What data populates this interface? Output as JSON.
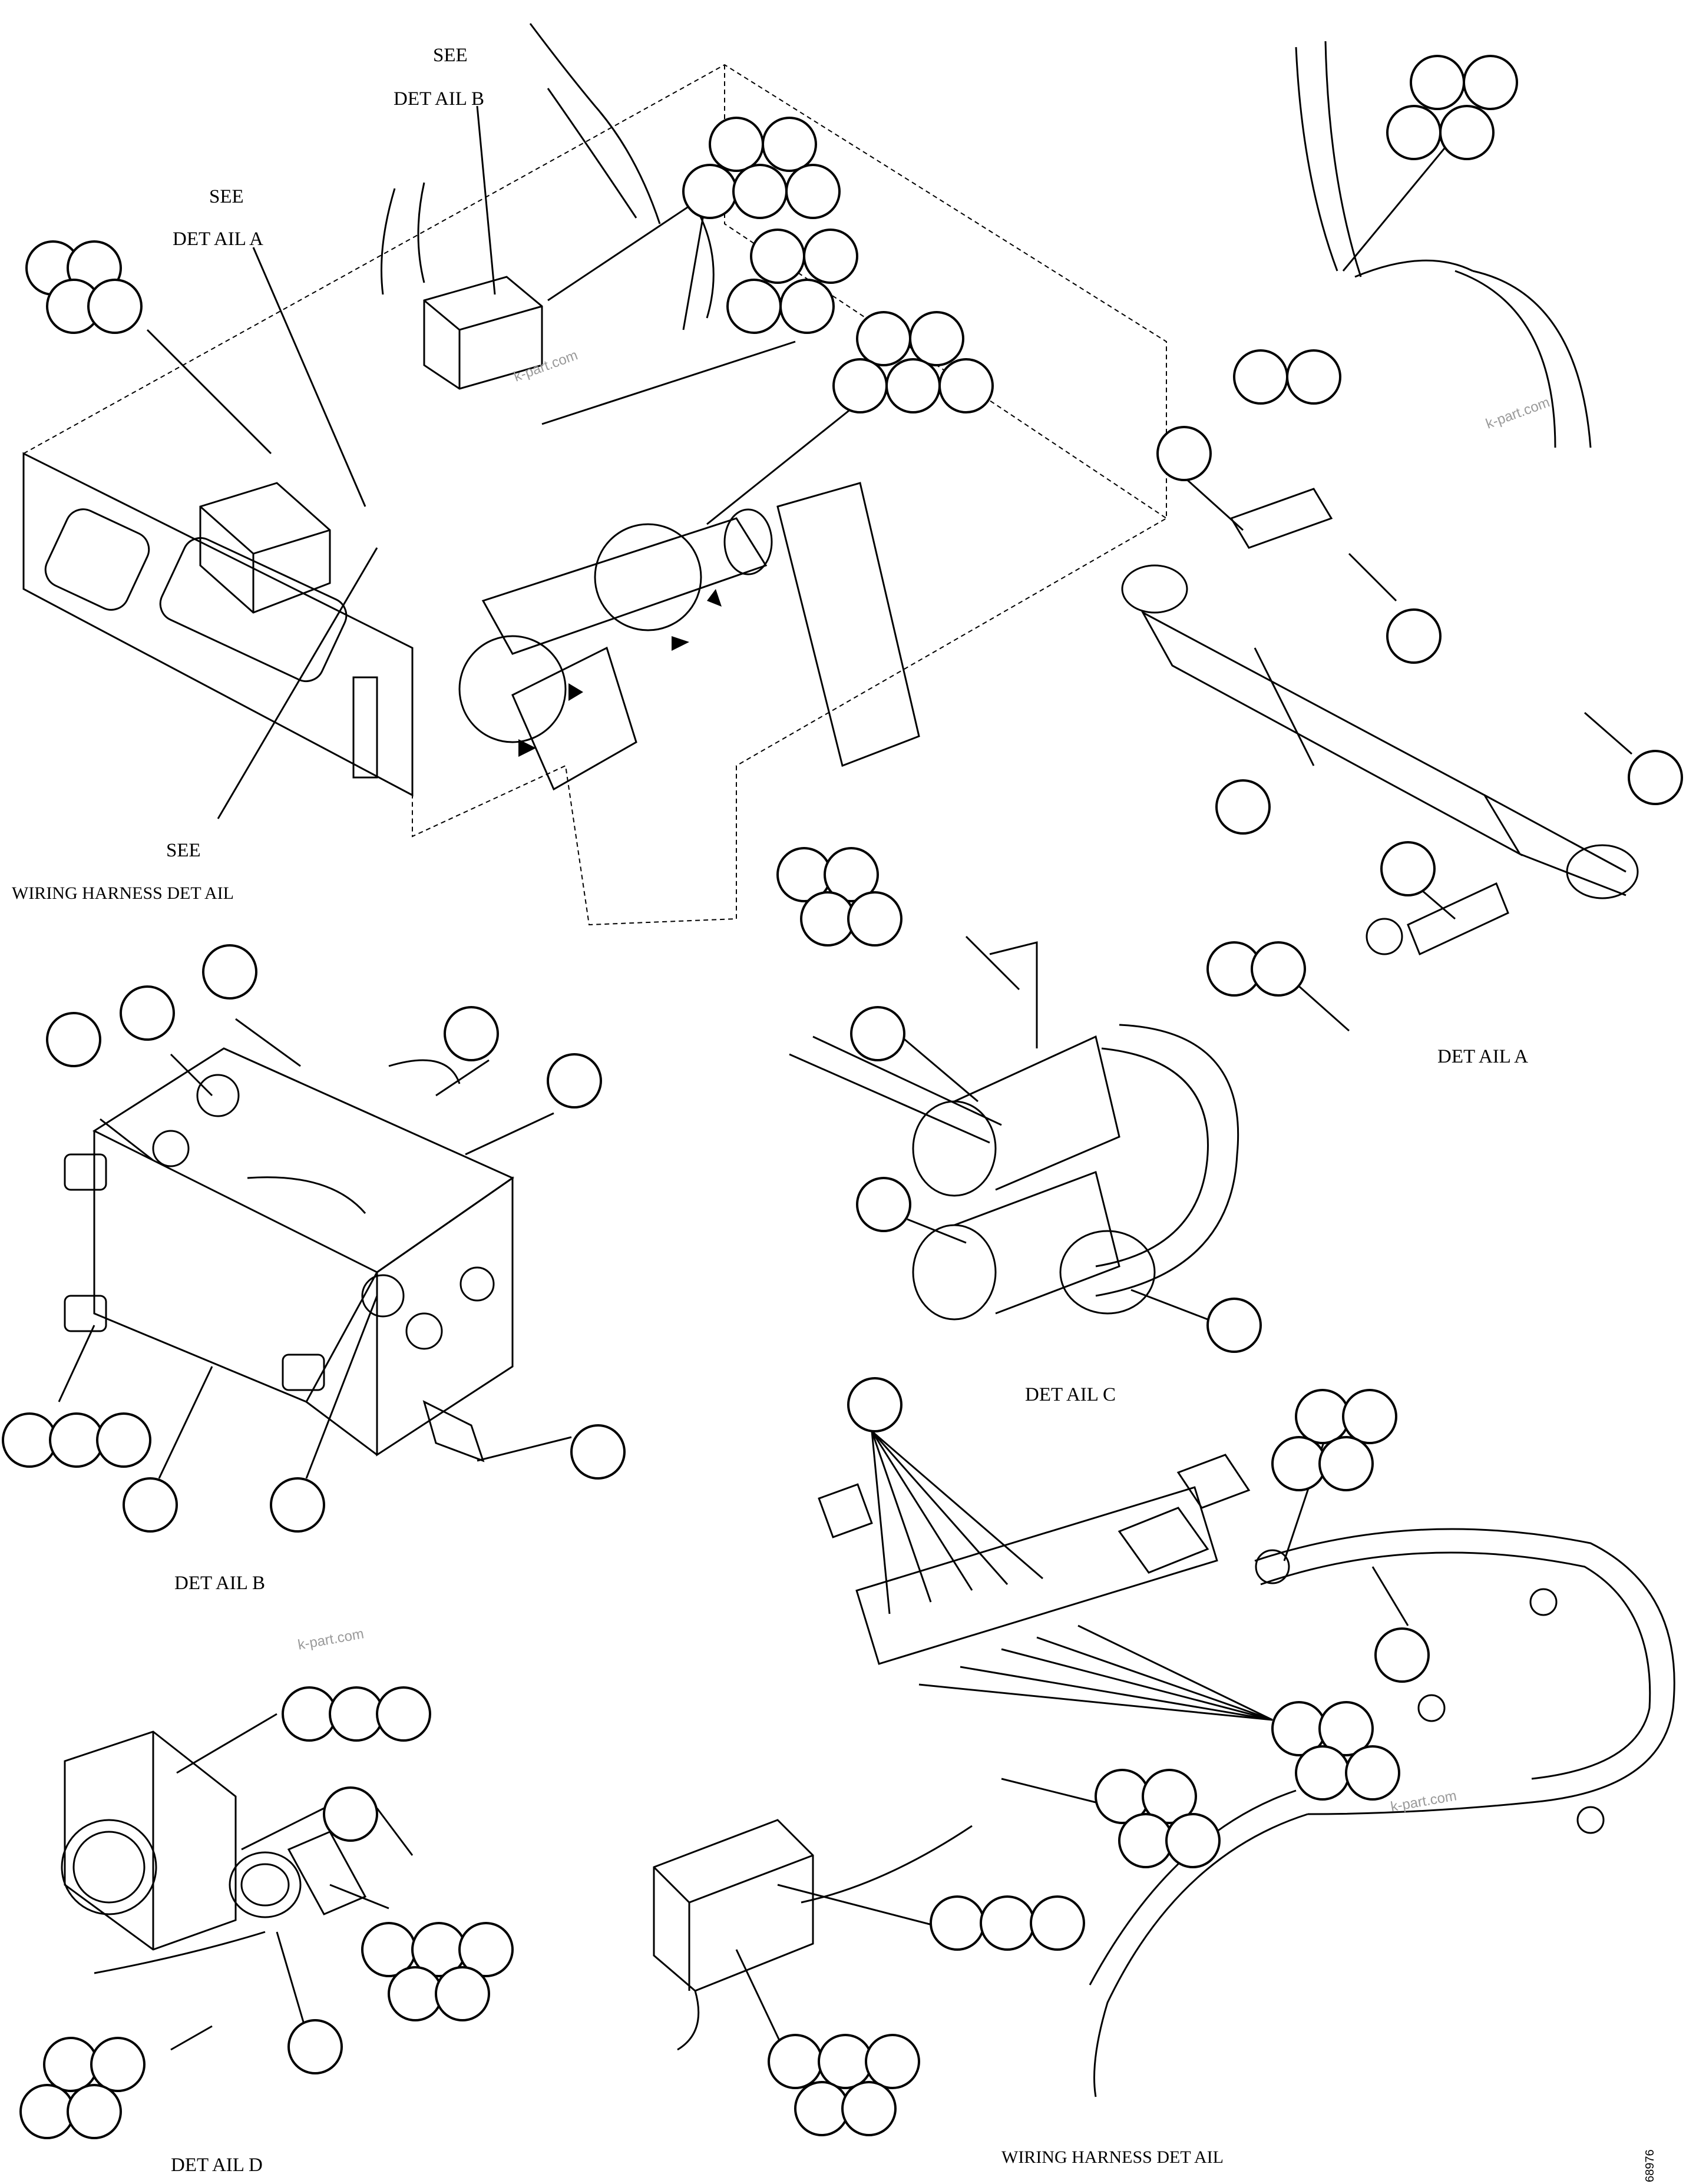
{
  "labels": {
    "see_b": "SEE",
    "detail_b_ref": "DET      AIL      B",
    "see_a": "SEE",
    "detail_a_ref": "DET      AIL      A",
    "see_wh": "SEE",
    "wiring_harness_ref": "WIRING HARNESS DET                              AIL",
    "detail_a": "DET      AIL      A",
    "detail_b": "DET      AIL      B",
    "detail_c": "DET      AIL      C",
    "detail_d": "DET      AIL      D",
    "wiring_harness_detail": "WIRING HARNESS DET                                      AIL"
  },
  "watermarks": [
    "k-part.com",
    "k-part.com",
    "k-part.com",
    "k-part.com"
  ],
  "sheet_number": "68976",
  "colors": {
    "line": "#000000",
    "background": "#ffffff",
    "watermark": "#9a9a9a"
  }
}
